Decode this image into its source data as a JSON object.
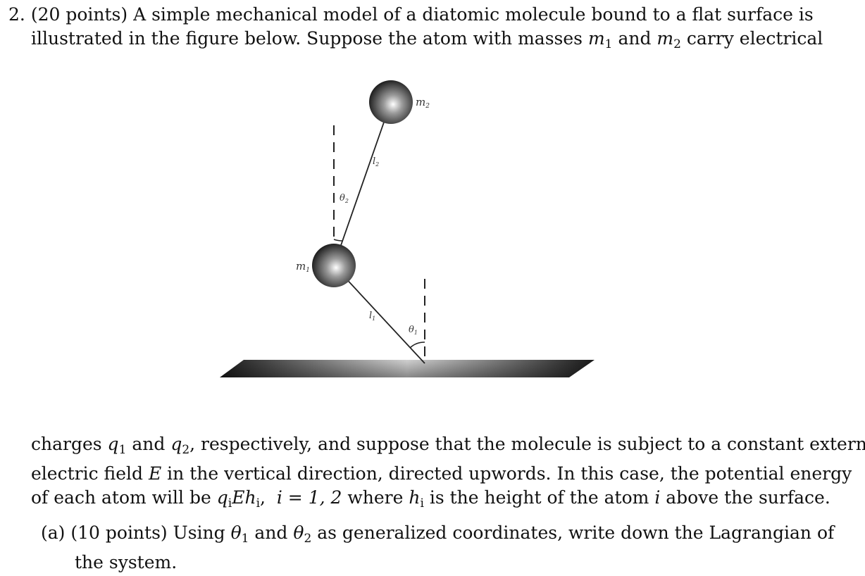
{
  "problem": {
    "number": "2.",
    "points": "(20 points)",
    "intro_1": "A simple mechanical model of a diatomic molecule bound to a flat surface is",
    "intro_2a": "illustrated in the figure below. Suppose the atom with masses",
    "intro_2b": "and",
    "intro_2c": "carry electrical",
    "m": "m",
    "sub1": "1",
    "sub2": "2"
  },
  "figure": {
    "label_m1": "m",
    "label_m1_sub": "1",
    "label_m2": "m",
    "label_m2_sub": "2",
    "label_l1": "l",
    "label_l1_sub": "1",
    "label_l2": "l",
    "label_l2_sub": "2",
    "label_theta1": "θ",
    "label_theta1_sub": "1",
    "label_theta2": "θ",
    "label_theta2_sub": "2"
  },
  "continuation": {
    "l1a": "charges",
    "q": "q",
    "l1b": "and",
    "l1c": ", respectively, and suppose that the molecule is subject to a constant external",
    "l2a": "electric field",
    "E": "E",
    "l2b": "in the vertical direction, directed upwords. In this case, the potential energy",
    "l3a": "of each atom will be",
    "expr": "q",
    "expr_i": "i",
    "expr_E": "Eh",
    "expr_comma": ",",
    "expr_range": "i = 1, 2",
    "l3b": "where",
    "h": "h",
    "l3c": "is the height of the atom",
    "l3d": "above the surface."
  },
  "part_a": {
    "label": "(a)",
    "points": "(10 points)",
    "text_1a": "Using",
    "theta": "θ",
    "text_1b": "and",
    "text_1c": "as generalized coordinates, write down the Lagrangian of",
    "text_2": "the system."
  }
}
